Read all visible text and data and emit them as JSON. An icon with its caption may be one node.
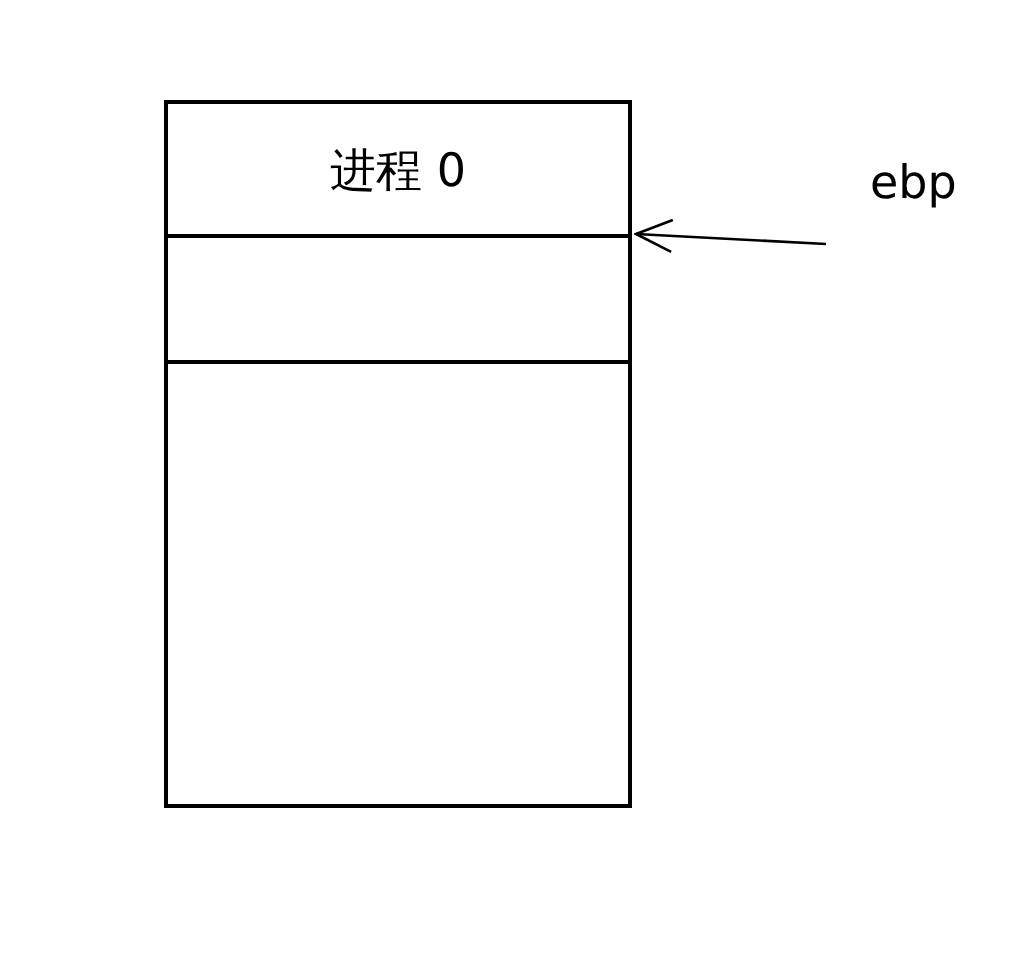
{
  "diagram": {
    "nodes": [
      {
        "text": [
          "进程 0"
        ]
      },
      {
        "text": [],
        "shape": "box"
      },
      {
        "text": [],
        "shape": "box"
      },
      {
        "text": [
          "ebp"
        ]
      }
    ],
    "edges": [
      {
        "from": 3,
        "to": 1,
        "arrow": "to"
      }
    ]
  }
}
